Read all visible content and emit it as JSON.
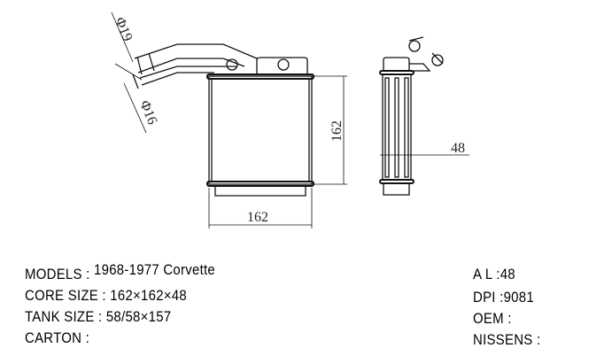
{
  "drawing": {
    "dim_pipe_inlet": "Φ19",
    "dim_pipe_outlet": "Φ16",
    "dim_core_height": "162",
    "dim_core_width": "162",
    "dim_core_depth": "48"
  },
  "specs_left": [
    {
      "label": "MODELS :",
      "value": "1968-1977 Corvette"
    },
    {
      "label": "CORE SIZE :",
      "value": "162×162×48"
    },
    {
      "label": "TANK SIZE :",
      "value": "58/58×157"
    },
    {
      "label": "CARTON :",
      "value": ""
    }
  ],
  "specs_right": [
    {
      "label": "A L :",
      "value": "48"
    },
    {
      "label": "DPI :",
      "value": "9081"
    },
    {
      "label": "OEM :",
      "value": ""
    },
    {
      "label": "NISSENS :",
      "value": ""
    }
  ]
}
